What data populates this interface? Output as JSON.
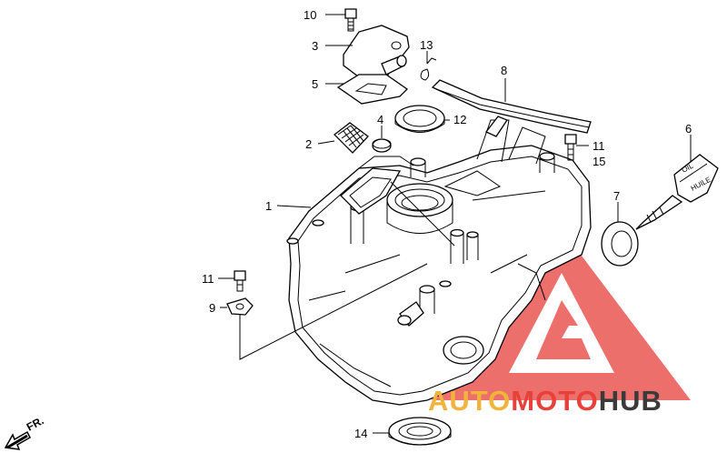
{
  "callouts": [
    {
      "id": "c10",
      "text": "10"
    },
    {
      "id": "c3",
      "text": "3"
    },
    {
      "id": "c5",
      "text": "5"
    },
    {
      "id": "c13",
      "text": "13"
    },
    {
      "id": "c8",
      "text": "8"
    },
    {
      "id": "c4",
      "text": "4"
    },
    {
      "id": "c12",
      "text": "12"
    },
    {
      "id": "c2",
      "text": "2"
    },
    {
      "id": "c11a",
      "text": "11"
    },
    {
      "id": "c15",
      "text": "15"
    },
    {
      "id": "c6",
      "text": "6"
    },
    {
      "id": "c1",
      "text": "1"
    },
    {
      "id": "c7",
      "text": "7"
    },
    {
      "id": "c11b",
      "text": "11"
    },
    {
      "id": "c9",
      "text": "9"
    },
    {
      "id": "c14",
      "text": "14"
    }
  ],
  "dipstick": {
    "text1": "OIL",
    "text2": "HUILE"
  },
  "direction": {
    "text": "FR."
  },
  "watermark": {
    "part1": "AUTO",
    "part2": "MOTO",
    "part3": "HUB"
  },
  "colors": {
    "line": "#000000",
    "watermark_red": "#e8403a",
    "watermark_gold": "#f2b33d",
    "watermark_dark": "#3a3a3a"
  }
}
